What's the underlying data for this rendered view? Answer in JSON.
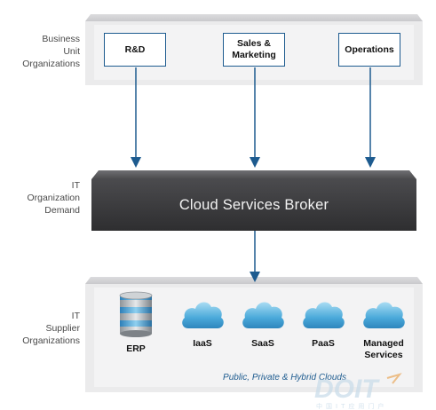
{
  "side_labels": {
    "business": [
      "Business",
      "Unit",
      "Organizations"
    ],
    "it_demand": [
      "IT",
      "Organization",
      "Demand"
    ],
    "it_supplier": [
      "IT",
      "Supplier",
      "Organizations"
    ]
  },
  "business_units": [
    {
      "lines": [
        "R&D"
      ]
    },
    {
      "lines": [
        "Sales &",
        "Marketing"
      ]
    },
    {
      "lines": [
        "Operations"
      ]
    }
  ],
  "broker": {
    "label": "Cloud Services Broker"
  },
  "suppliers": [
    {
      "lines": [
        "ERP"
      ],
      "icon": "database-icon"
    },
    {
      "lines": [
        "IaaS"
      ],
      "icon": "cloud-icon"
    },
    {
      "lines": [
        "SaaS"
      ],
      "icon": "cloud-icon"
    },
    {
      "lines": [
        "PaaS"
      ],
      "icon": "cloud-icon"
    },
    {
      "lines": [
        "Managed",
        "Services"
      ],
      "icon": "cloud-icon"
    }
  ],
  "footnote": "Public, Private & Hybrid Clouds",
  "watermark": {
    "text": "DOIT",
    "subtext": "中国IT应用门户"
  },
  "colors": {
    "accent_blue": "#1d5b8f",
    "panel_gray": "#ebebec",
    "broker_dark": "#3c3c3e",
    "cloud_blue": "#5fb8e0"
  }
}
